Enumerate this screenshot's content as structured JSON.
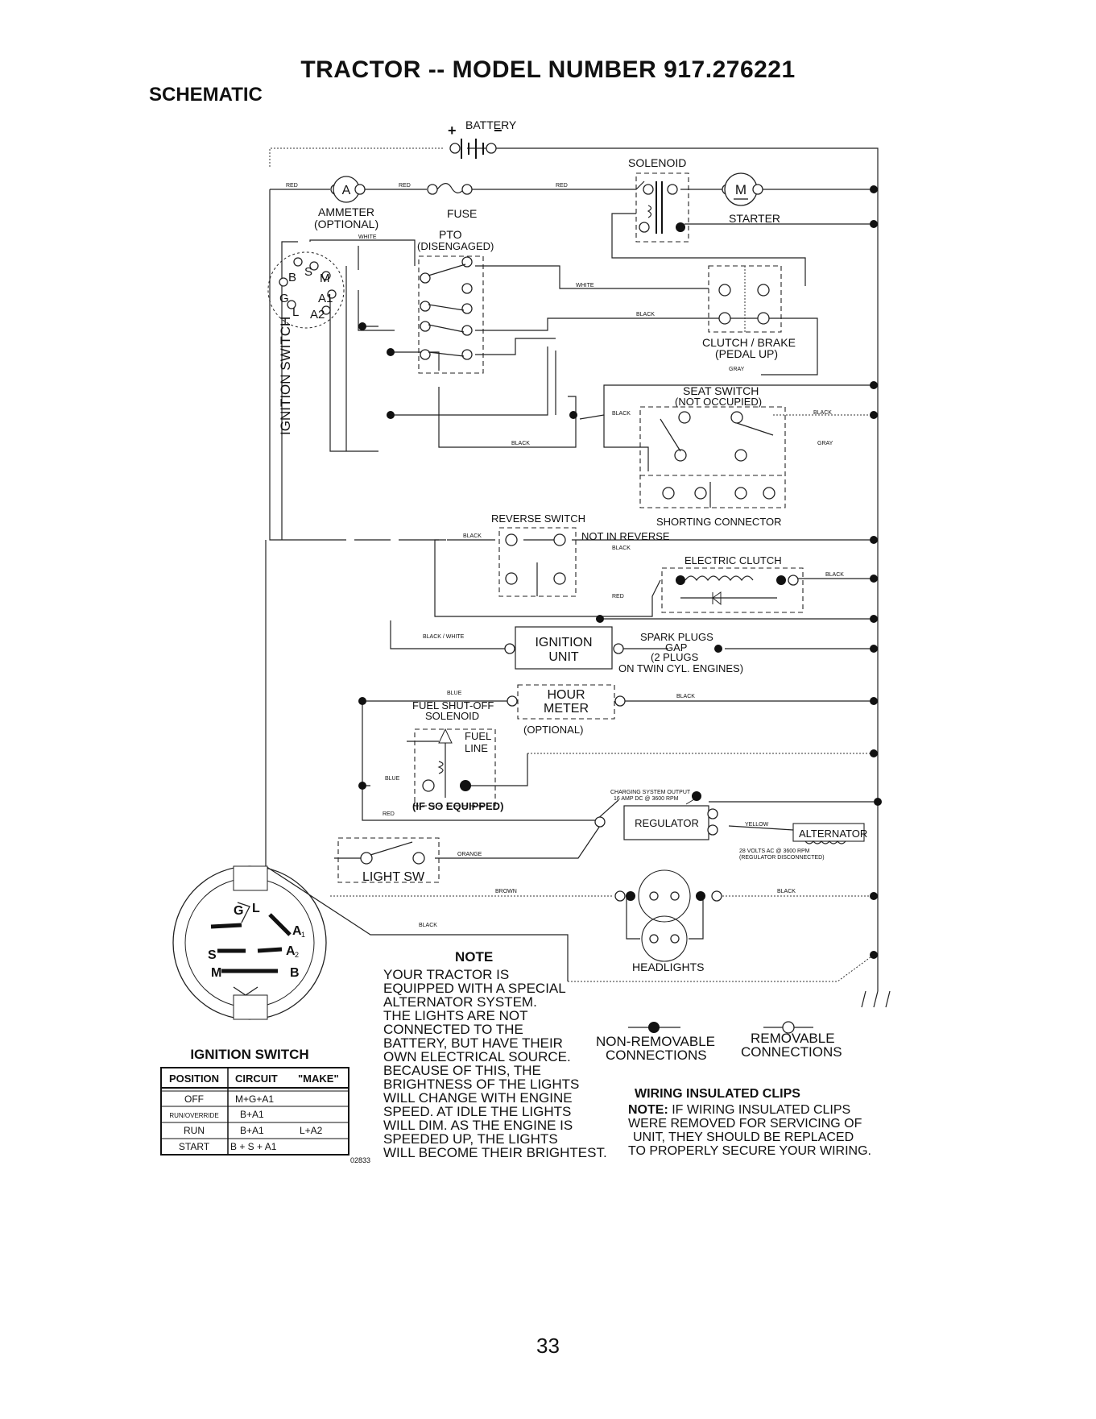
{
  "header": {
    "title": "TRACTOR -- MODEL NUMBER 917.276221",
    "subtitle": "SCHEMATIC"
  },
  "page_number": "33",
  "components": {
    "battery": "BATTERY",
    "solenoid": "SOLENOID",
    "starter": "STARTER",
    "starter_symbol": "M",
    "ammeter": "AMMETER",
    "ammeter_optional": "(OPTIONAL)",
    "ammeter_symbol": "A",
    "fuse": "FUSE",
    "pto": "PTO",
    "pto_state": "(DISENGAGED)",
    "ignition_switch_vertical": "IGNITION SWITCH",
    "clutch_brake": "CLUTCH / BRAKE",
    "clutch_brake_state": "(PEDAL UP)",
    "seat_switch": "SEAT SWITCH",
    "seat_switch_state": "(NOT OCCUPIED)",
    "shorting_connector": "SHORTING CONNECTOR",
    "reverse_switch": "REVERSE SWITCH",
    "not_in_reverse": "NOT IN REVERSE",
    "electric_clutch": "ELECTRIC CLUTCH",
    "ignition_unit_1": "IGNITION",
    "ignition_unit_2": "UNIT",
    "spark_plugs_1": "SPARK PLUGS",
    "spark_plugs_2": "GAP",
    "spark_plugs_3": "(2 PLUGS",
    "spark_plugs_4": "ON TWIN CYL. ENGINES)",
    "hour_meter_1": "HOUR",
    "hour_meter_2": "METER",
    "hour_meter_optional": "(OPTIONAL)",
    "fuel_shutoff_1": "FUEL SHUT-OFF",
    "fuel_shutoff_2": "SOLENOID",
    "fuel_line_1": "FUEL",
    "fuel_line_2": "LINE",
    "if_so_equipped": "(IF SO EQUIPPED)",
    "charging_output_1": "CHARGING SYSTEM OUTPUT",
    "charging_output_2": "16 AMP DC @ 3600 RPM",
    "regulator": "REGULATOR",
    "alternator": "ALTERNATOR",
    "alternator_spec_1": "28 VOLTS AC @ 3600 RPM",
    "alternator_spec_2": "(REGULATOR DISCONNECTED)",
    "light_switch": "LIGHT SW",
    "headlights": "HEADLIGHTS"
  },
  "switch_terminals": {
    "b": "B",
    "s": "S",
    "m": "M",
    "g": "G",
    "a1": "A1",
    "l": "L",
    "a2": "A2"
  },
  "wire_colors": {
    "red": "RED",
    "white": "WHITE",
    "black": "BLACK",
    "gray": "GRAY",
    "black_white": "BLACK / WHITE",
    "blue": "BLUE",
    "yellow": "YELLOW",
    "orange": "ORANGE",
    "brown": "BROWN"
  },
  "ignition_switch": {
    "title": "IGNITION SWITCH",
    "terminals": {
      "g": "G",
      "l": "L",
      "a1": "A",
      "a1_sub": "1",
      "s": "S",
      "a2": "A",
      "a2_sub": "2",
      "m": "M",
      "b": "B"
    },
    "columns": [
      "POSITION",
      "CIRCUIT",
      "\"MAKE\""
    ],
    "rows": [
      {
        "position": "OFF",
        "circuit": "M+G+A1",
        "make": ""
      },
      {
        "position": "RUN/OVERRIDE",
        "circuit": "B+A1",
        "make": ""
      },
      {
        "position": "RUN",
        "circuit": "B+A1",
        "make": "L+A2"
      },
      {
        "position": "START",
        "circuit": "B + S + A1",
        "make": ""
      }
    ],
    "figure_code": "02833"
  },
  "note": {
    "title": "NOTE",
    "lines": [
      "YOUR TRACTOR IS",
      "EQUIPPED WITH A SPECIAL",
      "ALTERNATOR SYSTEM.",
      "THE LIGHTS ARE NOT",
      "CONNECTED TO THE",
      "BATTERY, BUT HAVE THEIR",
      "OWN ELECTRICAL SOURCE.",
      "BECAUSE OF THIS, THE",
      "BRIGHTNESS OF THE LIGHTS",
      "WILL CHANGE WITH ENGINE",
      "SPEED.  AT IDLE THE LIGHTS",
      "WILL DIM.  AS THE ENGINE IS",
      "SPEEDED UP, THE LIGHTS",
      "WILL BECOME THEIR BRIGHTEST."
    ]
  },
  "legend": {
    "non_removable_1": "NON-REMOVABLE",
    "non_removable_2": "CONNECTIONS",
    "removable_1": "REMOVABLE",
    "removable_2": "CONNECTIONS"
  },
  "wiring_clips": {
    "title": "WIRING INSULATED CLIPS",
    "note_label": "NOTE:",
    "line1": " IF WIRING INSULATED CLIPS",
    "line2": "WERE REMOVED FOR SERVICING OF",
    "line3": "UNIT, THEY SHOULD BE REPLACED",
    "line4": "TO PROPERLY SECURE YOUR WIRING."
  }
}
